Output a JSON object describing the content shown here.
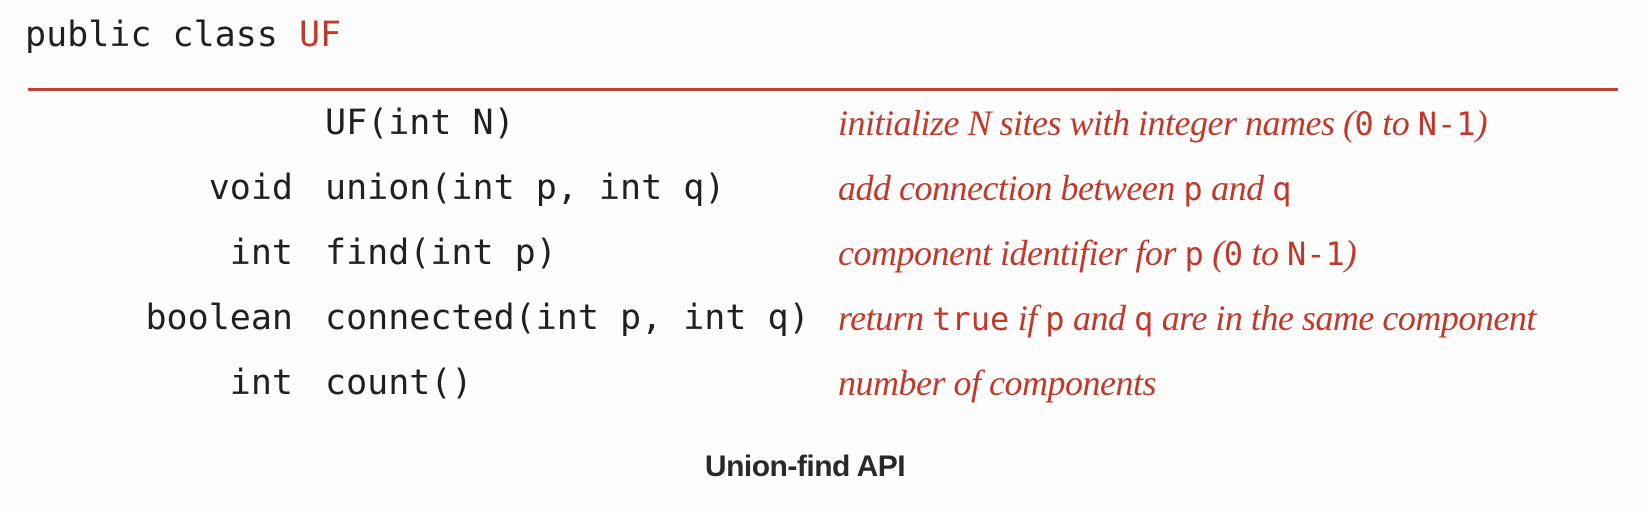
{
  "colors": {
    "background": "#fdfdfd",
    "text_black": "#231f20",
    "accent_red": "#c2392a",
    "rule_red": "#c2402c"
  },
  "header": {
    "keyword_prefix": "public class ",
    "class_name": "UF"
  },
  "api": {
    "rows": [
      {
        "return_type": "",
        "signature": "UF(int N)",
        "description": [
          {
            "kind": "italic",
            "text": "initialize N sites with integer names ("
          },
          {
            "kind": "code",
            "text": "0"
          },
          {
            "kind": "italic",
            "text": " to "
          },
          {
            "kind": "code",
            "text": "N-1"
          },
          {
            "kind": "italic",
            "text": ")"
          }
        ]
      },
      {
        "return_type": "void",
        "signature": "union(int p, int q)",
        "description": [
          {
            "kind": "italic",
            "text": "add connection between "
          },
          {
            "kind": "code",
            "text": "p"
          },
          {
            "kind": "italic",
            "text": " and "
          },
          {
            "kind": "code",
            "text": "q"
          }
        ]
      },
      {
        "return_type": "int",
        "signature": "find(int p)",
        "description": [
          {
            "kind": "italic",
            "text": "component identifier for "
          },
          {
            "kind": "code",
            "text": "p"
          },
          {
            "kind": "italic",
            "text": " ("
          },
          {
            "kind": "code",
            "text": "0"
          },
          {
            "kind": "italic",
            "text": " to "
          },
          {
            "kind": "code",
            "text": "N-1"
          },
          {
            "kind": "italic",
            "text": ")"
          }
        ]
      },
      {
        "return_type": "boolean",
        "signature": "connected(int p, int q)",
        "description": [
          {
            "kind": "italic",
            "text": "return "
          },
          {
            "kind": "code",
            "text": "true"
          },
          {
            "kind": "italic",
            "text": " if "
          },
          {
            "kind": "code",
            "text": "p"
          },
          {
            "kind": "italic",
            "text": " and "
          },
          {
            "kind": "code",
            "text": "q"
          },
          {
            "kind": "italic",
            "text": " are in the same component"
          }
        ]
      },
      {
        "return_type": "int",
        "signature": "count()",
        "description": [
          {
            "kind": "italic",
            "text": "number of components"
          }
        ]
      }
    ]
  },
  "caption": "Union-find API"
}
